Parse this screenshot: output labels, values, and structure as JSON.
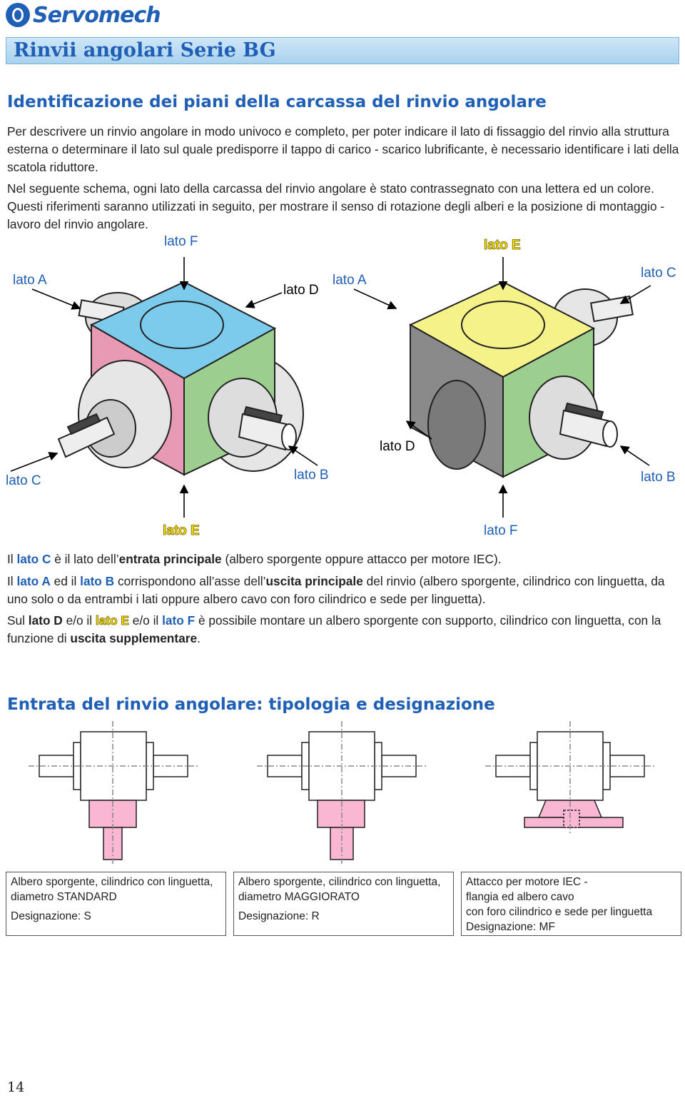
{
  "brand": {
    "name": "Servomech"
  },
  "banner": {
    "title": "Rinvii angolari Serie BG"
  },
  "section1": {
    "heading": "Identificazione dei piani della carcassa del rinvio angolare",
    "p1": "Per descrivere un rinvio angolare in modo univoco e completo, per poter indicare il lato di fissaggio del rinvio alla struttura esterna o determinare il lato sul quale predisporre il tappo di carico - scarico lubrificante, è necessario identificare i lati della scatola riduttore.",
    "p2": "Nel seguente schema, ogni lato della carcassa del rinvio angolare è stato contrassegnato con una lettera ed un colore. Questi riferimenti saranno utilizzati in seguito, per mostrare il senso di rotazione degli alberi e la posizione di montaggio - lavoro del rinvio angolare."
  },
  "diagram": {
    "labels": {
      "latoA": "lato A",
      "latoB": "lato B",
      "latoC": "lato C",
      "latoD": "lato D",
      "latoE": "lato E",
      "latoF": "lato F"
    },
    "colors": {
      "A": "#e89ab4",
      "B": "#9ccf8f",
      "D": "#8a8a8a",
      "E": "#f5f28a",
      "F": "#7ccbec"
    }
  },
  "legend": {
    "l1": {
      "pre": "Il ",
      "latoC": "lato C",
      "mid": " è il lato dell’",
      "bold": "entrata principale",
      "post": " (albero sporgente oppure attacco per motore IEC)."
    },
    "l2": {
      "pre": "Il ",
      "latoA": "lato A",
      "mid": " ed il ",
      "latoB": "lato B",
      "mid2": " corrispondono all’asse dell’",
      "bold": "uscita principale",
      "post": " del rinvio (albero sporgente, cilindrico con linguetta, da uno solo o da entrambi i lati oppure albero cavo con foro cilindrico e sede per linguetta)."
    },
    "l3": {
      "pre": "Sul ",
      "latoD": "lato D",
      "mid": " e/o il ",
      "latoE": "lato E",
      "mid2": " e/o il ",
      "latoF": "lato F",
      "mid3": " è possibile montare un albero sporgente con supporto, cilindrico con linguetta, con la funzione di ",
      "bold": "uscita supplementare",
      "post": "."
    }
  },
  "section2": {
    "heading": "Entrata del rinvio angolare: tipologia e designazione"
  },
  "captions": [
    {
      "line1": "Albero sporgente, cilindrico con linguetta,",
      "line2_pre": "diametro ",
      "line2_val": "STANDARD",
      "line3": "",
      "des_label": "Designazione: ",
      "des_val": "S"
    },
    {
      "line1": "Albero sporgente, cilindrico con linguetta,",
      "line2_pre": "diametro ",
      "line2_val": "MAGGIORATO",
      "line3": "",
      "des_label": "Designazione: ",
      "des_val": "R"
    },
    {
      "line1": "Attacco per motore IEC -",
      "line2_pre": "flangia ed albero cavo",
      "line2_val": "",
      "line3": "con foro cilindrico e sede per linguetta",
      "des_label": "Designazione: ",
      "des_val": "MF"
    }
  ],
  "page": {
    "number": "14"
  }
}
